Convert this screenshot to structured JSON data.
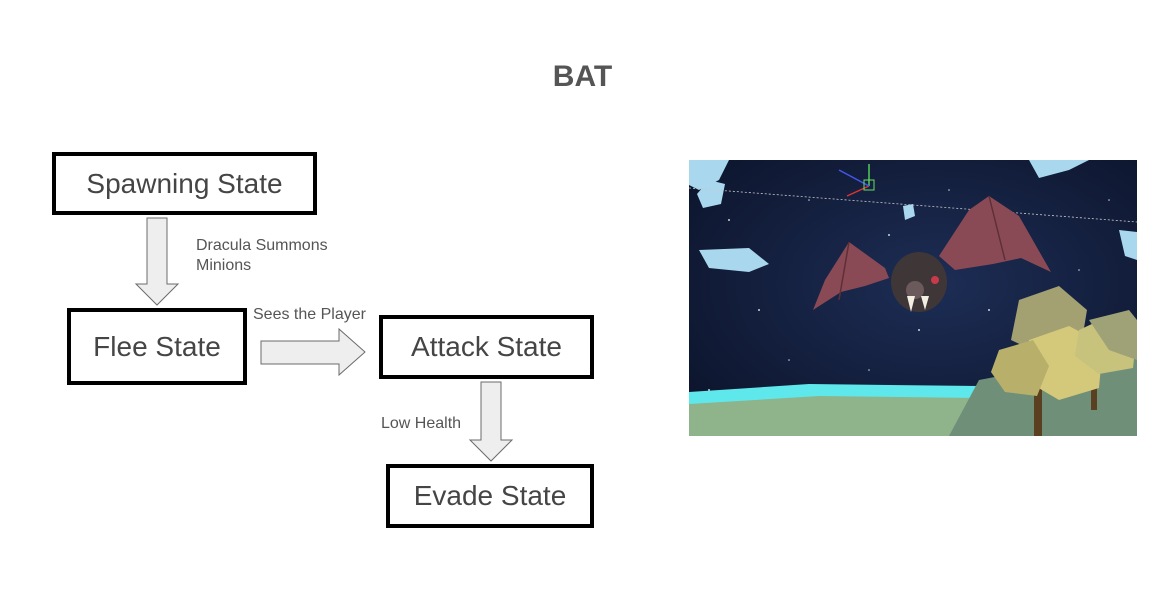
{
  "title": "BAT",
  "states": {
    "spawning": "Spawning State",
    "flee": "Flee State",
    "attack": "Attack State",
    "evade": "Evade State"
  },
  "transitions": {
    "spawn_to_flee_line1": "Dracula Summons",
    "spawn_to_flee_line2": "Minions",
    "flee_to_attack": "Sees the Player",
    "attack_to_evade": "Low Health"
  },
  "colors": {
    "arrow_fill": "#eeeeee",
    "arrow_stroke": "#6b6b6b",
    "sky": "#0e1730",
    "water": "#5fe8ec",
    "bat_wing": "#8a4a55",
    "bat_body": "#3f3638"
  }
}
